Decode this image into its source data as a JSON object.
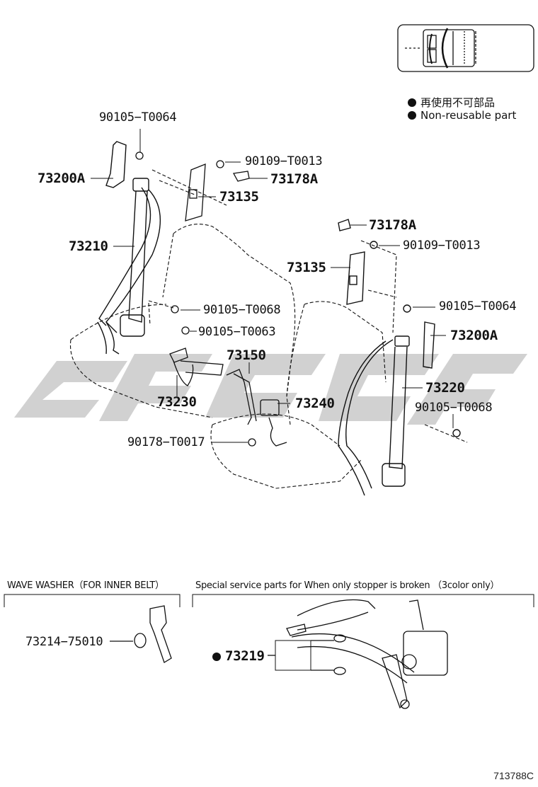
{
  "legend": {
    "jp": "再使用不可部品",
    "en": "Non-reusable part"
  },
  "parts": {
    "p90105_T0064_top": "90105−T0064",
    "p73200A_left": "73200A",
    "p90109_T0013_top": "90109−T0013",
    "p73178A_top": "73178A",
    "p73135_left": "73135",
    "p73210": "73210",
    "p73178A_right": "73178A",
    "p90109_T0013_right": "90109−T0013",
    "p73135_right": "73135",
    "p90105_T0068_mid": "90105−T0068",
    "p90105_T0064_right": "90105−T0064",
    "p90105_T0063": "90105−T0063",
    "p73200A_right": "73200A",
    "p73150": "73150",
    "p73230": "73230",
    "p73240": "73240",
    "p73220": "73220",
    "p90105_T0068_right": "90105−T0068",
    "p90178_T0017": "90178−T0017"
  },
  "sections": {
    "wave_washer_title": "WAVE WASHER（FOR INNER BELT）",
    "wave_washer_part": "73214−75010",
    "special_title": "Special service parts for When only stopper is broken （3color only）",
    "special_part": "73219"
  },
  "figure_id": "713788C",
  "colors": {
    "line": "#111111",
    "watermark": "#c8c8c8"
  }
}
